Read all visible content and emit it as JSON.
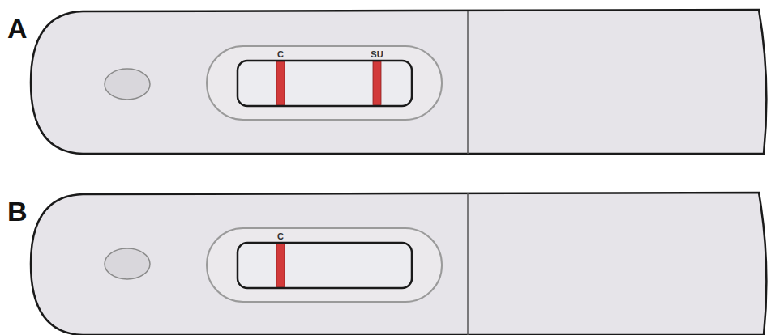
{
  "diagram": {
    "labels": [
      "A",
      "C",
      "SU",
      "B",
      "C"
    ]
  }
}
